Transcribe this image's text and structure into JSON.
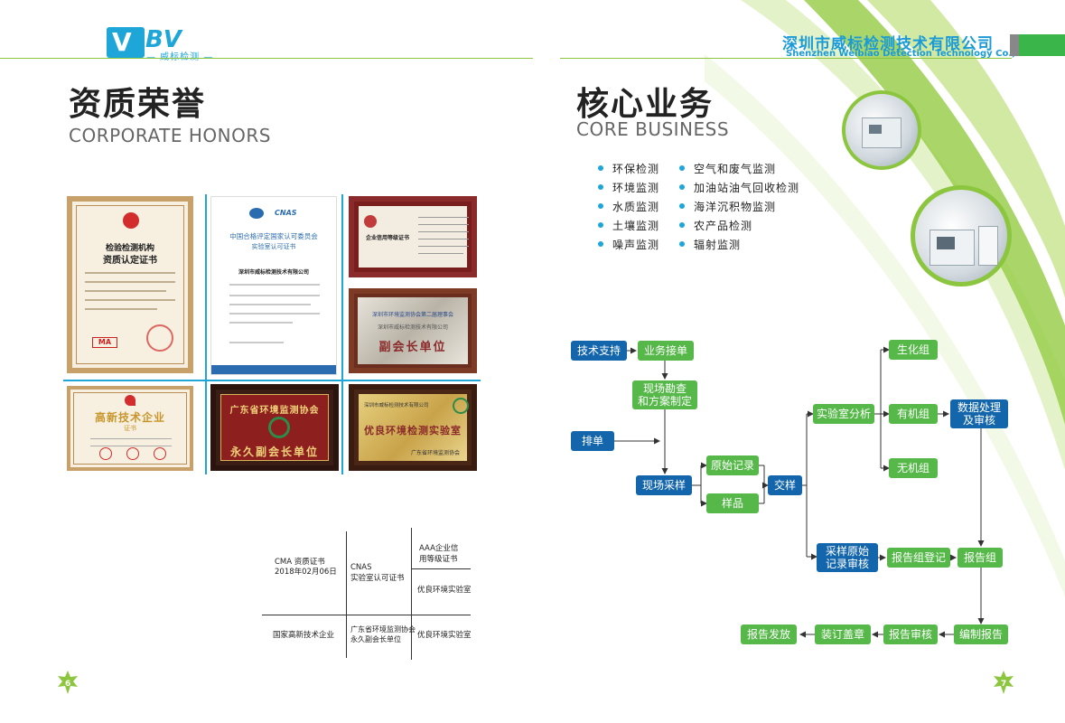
{
  "header": {
    "logo_mark": "V",
    "logo_text": "BV",
    "logo_sub": "— 威标检测 —",
    "company_cn": "深圳市威标检测技术有限公司",
    "company_en": "Shenzhen Weibiao Detection Technology Co.,Ltd."
  },
  "left_page": {
    "title_cn": "资质荣誉",
    "title_en": "CORPORATE HONORS",
    "certs": {
      "cma_title_1": "检验检测机构",
      "cma_title_2": "资质认定证书",
      "cma_badge": "MA",
      "cnas_org": "中国合格评定国家认可委员会",
      "cnas_sub": "实验室认可证书",
      "cnas_logo": "CNAS",
      "cnas_company": "深圳市威标检测技术有限公司",
      "aaa_title": "企业信用等级证书",
      "vice_org": "深圳市环境监测协会第二届理事会",
      "vice_company": "深圳市威标检测技术有限公司",
      "vice_text": "副会长单位",
      "hitech_text": "高新技术企业",
      "hitech_sub": "证书",
      "gd_org": "广东省环境监测协会",
      "gd_text": "永久副会长单位",
      "lab_company": "深圳市威标检测技术有限公司",
      "lab_text": "优良环境检测实验室",
      "lab_org": "广东省环境监测协会"
    },
    "legend": {
      "cma_line1": "CMA 资质证书",
      "cma_line2": "2018年02月06日",
      "cnas_line1": "CNAS",
      "cnas_line2": "实验室认可证书",
      "aaa_line1": "AAA企业信",
      "aaa_line2": "用等级证书",
      "excellent_lab_1": "优良环境实验室",
      "hitech": "国家高新技术企业",
      "gd_line1": "广东省环境监测协会",
      "gd_line2": "永久副会长单位",
      "excellent_lab_2": "优良环境实验室"
    },
    "page_number": "6"
  },
  "right_page": {
    "title_cn": "核心业务",
    "title_en": "CORE BUSINESS",
    "business_col1": [
      "环保检测",
      "环境监测",
      "水质监测",
      "土壤监测",
      "噪声监测"
    ],
    "business_col2": [
      "空气和废气监测",
      "加油站油气回收检测",
      "海洋沉积物监测",
      "农产品检测",
      "辐射监测"
    ],
    "flow": {
      "tech_support": "技术支持",
      "business_order": "业务接单",
      "site_survey_1": "现场勘查",
      "site_survey_2": "和方案制定",
      "schedule": "排单",
      "field_sampling": "现场采样",
      "original_record": "原始记录",
      "sample": "样品",
      "handover": "交样",
      "lab_analysis": "实验室分析",
      "biochem": "生化组",
      "organic": "有机组",
      "inorganic": "无机组",
      "data_processing_1": "数据处理",
      "data_processing_2": "及审核",
      "sampling_review_1": "采样原始",
      "sampling_review_2": "记录审核",
      "report_registration": "报告组登记",
      "report_group": "报告组",
      "compile_report": "编制报告",
      "report_review": "报告审核",
      "binding_stamp": "装订盖章",
      "report_issue": "报告发放"
    },
    "page_number": "7"
  },
  "colors": {
    "accent_blue": "#1ea6d9",
    "flow_blue": "#1466ac",
    "flow_green": "#55b848",
    "header_green": "#39b54a"
  }
}
